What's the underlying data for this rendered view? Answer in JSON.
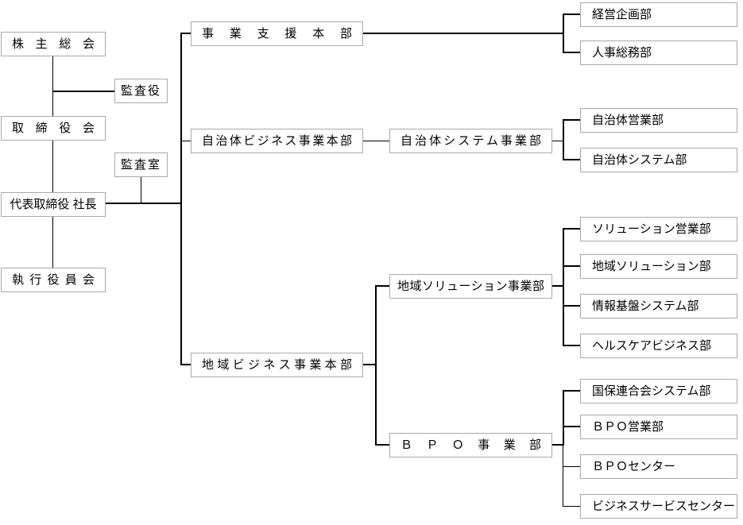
{
  "diagram": {
    "type": "organization-chart",
    "nodes": {
      "shareholders_meeting": {
        "label": "株主総会"
      },
      "board_of_directors": {
        "label": "取締役会"
      },
      "auditor": {
        "label": "監査役"
      },
      "audit_office": {
        "label": "監査室"
      },
      "president": {
        "label": "代表取締役 社長"
      },
      "executive_officers_committee": {
        "label": "執行役員会"
      },
      "business_support_hq": {
        "label": "事業支援本部"
      },
      "municipal_business_hq": {
        "label": "自治体ビジネス事業本部"
      },
      "regional_business_hq": {
        "label": "地域ビジネス事業本部"
      },
      "municipal_system_division": {
        "label": "自治体システム事業部"
      },
      "regional_solution_division": {
        "label": "地域ソリューション事業部"
      },
      "bpo_division": {
        "label": "ＢＰＯ事業部"
      },
      "corporate_planning_dept": {
        "label": "経営企画部"
      },
      "hr_general_affairs_dept": {
        "label": "人事総務部"
      },
      "municipal_sales_dept": {
        "label": "自治体営業部"
      },
      "municipal_system_dept": {
        "label": "自治体システム部"
      },
      "solution_sales_dept": {
        "label": "ソリューション営業部"
      },
      "regional_solution_dept": {
        "label": "地域ソリューション部"
      },
      "information_infrastructure_dept": {
        "label": "情報基盤システム部"
      },
      "healthcare_business_dept": {
        "label": "ヘルスケアビジネス部"
      },
      "kokuho_federation_system_dept": {
        "label": "国保連合会システム部"
      },
      "bpo_sales_dept": {
        "label": "ＢＰＯ営業部"
      },
      "bpo_center": {
        "label": "ＢＰＯセンター"
      },
      "business_service_center": {
        "label": "ビジネスサービスセンター"
      }
    },
    "hierarchy": {
      "shareholders_meeting": [
        "board_of_directors"
      ],
      "board_of_directors": [
        "president"
      ],
      "president": [
        "executive_officers_committee",
        "business_support_hq",
        "municipal_business_hq",
        "regional_business_hq"
      ],
      "business_support_hq": [
        "corporate_planning_dept",
        "hr_general_affairs_dept"
      ],
      "municipal_business_hq": [
        "municipal_system_division"
      ],
      "municipal_system_division": [
        "municipal_sales_dept",
        "municipal_system_dept"
      ],
      "regional_business_hq": [
        "regional_solution_division",
        "bpo_division"
      ],
      "regional_solution_division": [
        "solution_sales_dept",
        "regional_solution_dept",
        "information_infrastructure_dept",
        "healthcare_business_dept"
      ],
      "bpo_division": [
        "kokuho_federation_system_dept",
        "bpo_sales_dept",
        "bpo_center",
        "business_service_center"
      ]
    },
    "staff_attachments": {
      "auditor": "line between shareholders_meeting and board_of_directors",
      "audit_office": "line between president and division trunk"
    },
    "colors": {
      "background": "#ffffff",
      "box_border": "#a9a9a9",
      "connector": "#000000",
      "text": "#000000"
    }
  }
}
